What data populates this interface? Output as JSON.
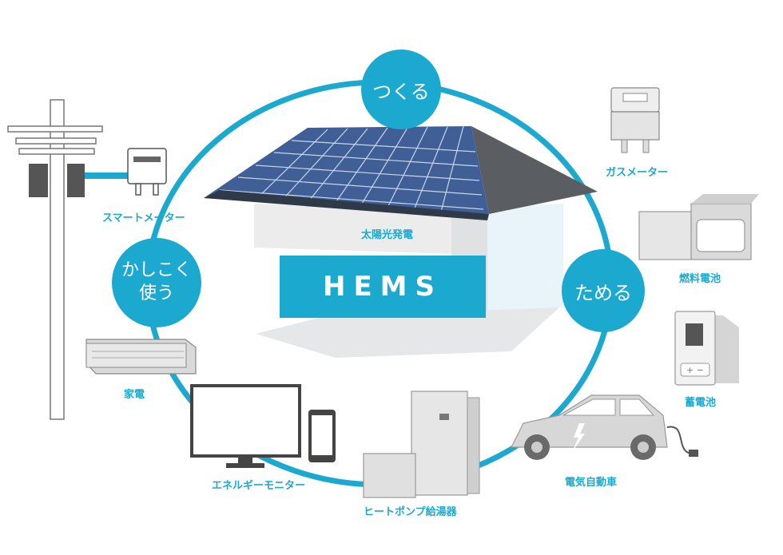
{
  "center": {
    "title": "HEMS"
  },
  "bubbles": {
    "create": "つくる",
    "store": "ためる",
    "use_line1": "かしこく",
    "use_line2": "使う"
  },
  "labels": {
    "smart_meter": "スマートメーター",
    "solar": "太陽光発電",
    "gas_meter": "ガスメーター",
    "fuel_cell": "燃料電池",
    "battery": "蓄電池",
    "ev": "電気自動車",
    "heat_pump": "ヒートポンプ給湯器",
    "energy_monitor": "エネルギーモニター",
    "appliance": "家電"
  },
  "colors": {
    "accent": "#1ba9cf",
    "panel": "#3a5f9c",
    "roof": "#555a60",
    "gray": "#d9dbdd"
  }
}
